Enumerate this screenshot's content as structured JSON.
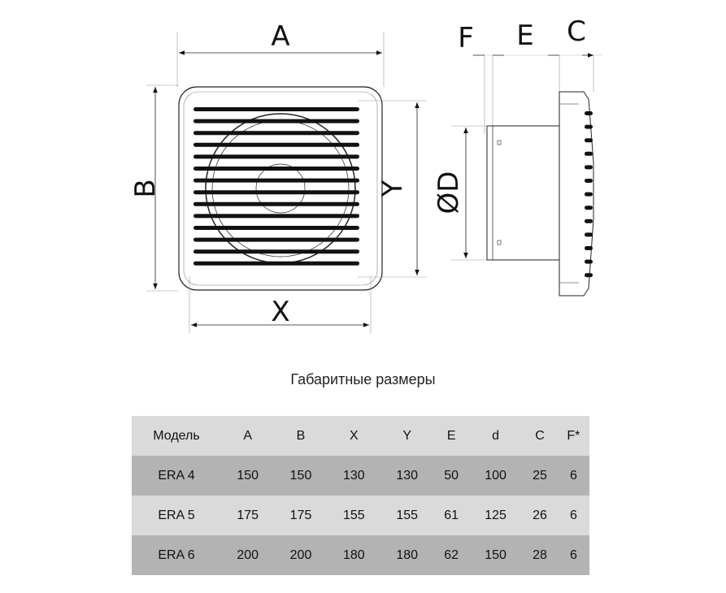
{
  "diagram": {
    "labels": {
      "A": "A",
      "B": "B",
      "X": "X",
      "Y": "Y",
      "F": "F",
      "E": "E",
      "C": "C",
      "D": "ØD"
    }
  },
  "caption": "Габаритные размеры",
  "table": {
    "headers": [
      "Модель",
      "A",
      "B",
      "X",
      "Y",
      "E",
      "d",
      "C",
      "F*"
    ],
    "rows": [
      [
        "ERA 4",
        "150",
        "150",
        "130",
        "130",
        "50",
        "100",
        "25",
        "6"
      ],
      [
        "ERA 5",
        "175",
        "175",
        "155",
        "155",
        "61",
        "125",
        "26",
        "6"
      ],
      [
        "ERA 6",
        "200",
        "200",
        "180",
        "180",
        "62",
        "150",
        "28",
        "6"
      ]
    ]
  }
}
